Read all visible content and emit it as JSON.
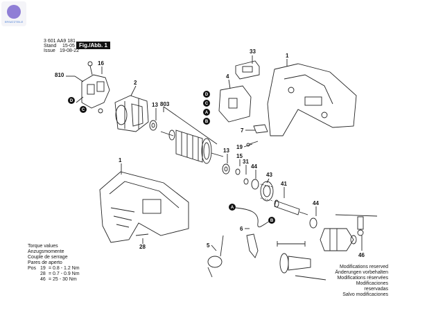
{
  "header": {
    "code": "3 601 AA9 181",
    "stand_label": "Stand",
    "stand_value": "15-05",
    "issue_label": "Issue",
    "issue_value": "19-08-22",
    "fig_label": "Fig./Abb. 1"
  },
  "callouts": {
    "c810": "810",
    "c16": "16",
    "c2": "2",
    "c13a": "13",
    "c803": "803",
    "c33": "33",
    "c1a": "1",
    "c4": "4",
    "c7": "7",
    "c19": "19",
    "c13b": "13",
    "c15": "15",
    "c31": "31",
    "c44a": "44",
    "c43": "43",
    "c41": "41",
    "c44b": "44",
    "c46": "46",
    "c1b": "1",
    "c28": "28",
    "c6": "6",
    "c5": "5"
  },
  "letters": [
    "A",
    "B",
    "C",
    "D"
  ],
  "torque": {
    "title_en": "Torque values",
    "title_es": "Anzugsmomente",
    "title_fr": "Couple de serrage",
    "title_pt": "Pares de aperto",
    "header": "Pos",
    "rows": [
      {
        "pos": "19",
        "value": "= 0.8 - 1.2 Nm"
      },
      {
        "pos": "28",
        "value": "= 0.7 - 0.9 Nm"
      },
      {
        "pos": "46",
        "value": "= 25 - 30 Nm"
      }
    ]
  },
  "modifications": [
    "Modifications reserved",
    "Änderungen vorbehalten",
    "Modifications réservées",
    "Modificaciones reservadas",
    "Salvo modificaciones"
  ],
  "watermark": {
    "text": "ERSATZTEILE"
  }
}
